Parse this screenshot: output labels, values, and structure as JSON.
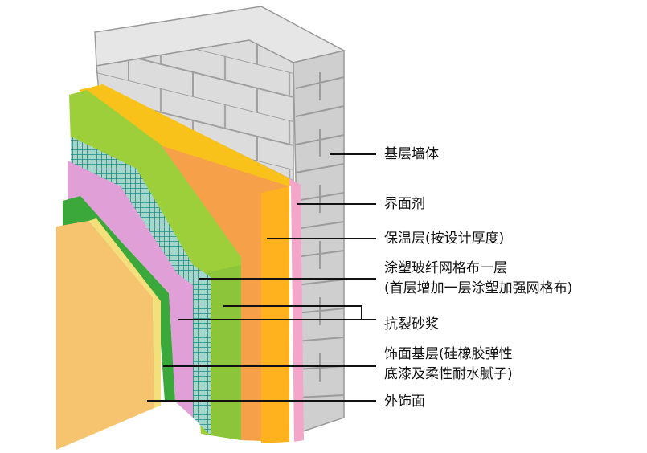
{
  "layers": [
    {
      "id": "base-wall",
      "label": "基层墙体"
    },
    {
      "id": "interface-agent",
      "label": "界面剂"
    },
    {
      "id": "insulation",
      "label": "保温层(按设计厚度)"
    },
    {
      "id": "mesh",
      "label_line1": "涂塑玻纤网格布一层",
      "label_line2": "(首层增加一层涂塑加强网格布)"
    },
    {
      "id": "anti-crack-mortar",
      "label": "抗裂砂浆"
    },
    {
      "id": "finish-base",
      "label_line1": "饰面基层(硅橡胶弹性",
      "label_line2": "底漆及柔性耐水腻子)"
    },
    {
      "id": "exterior-finish",
      "label": "外饰面"
    }
  ],
  "colors": {
    "brick_front": "#d9d9d9",
    "brick_side": "#c4c4c4",
    "mortar_line": "#9a9a9a",
    "interface": "#f4a6c8",
    "insulation_front": "#f7a04a",
    "insulation_edge": "#f9c21a",
    "anti_crack": "#9ccf3a",
    "mesh": "#1f8a8a",
    "finish_base": "#e09fd6",
    "finish_green": "#3aa83a",
    "exterior_finish": "#f6c46f",
    "exterior_edge": "#f4e07a",
    "leader": "#111111"
  }
}
